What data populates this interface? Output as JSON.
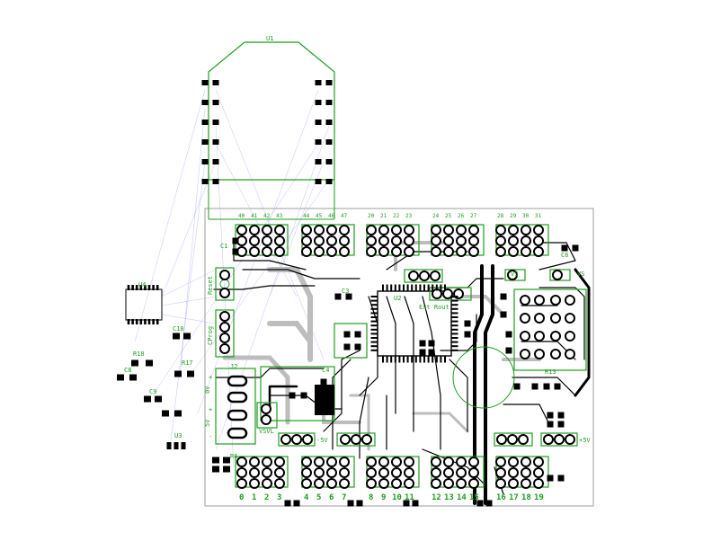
{
  "components": {
    "u1": "U1",
    "u4": "U4",
    "r18": "R18",
    "c8": "C8",
    "c9": "C9",
    "r17": "R17",
    "c10": "C10",
    "u3": "U3",
    "r6": "R6",
    "j2": "J2",
    "c4": "C4",
    "c3": "C3",
    "u2": "U2",
    "r13": "R13",
    "c1": "C1",
    "c6": "C6"
  },
  "labels": {
    "reset": "Reset",
    "cprog": "CProg",
    "vs_left": "VS",
    "vs_right": "VS",
    "plus5v": "+5V",
    "minus5v": "-5V",
    "vsvl": "VSVL",
    "ext_rout": "Ext Rout"
  },
  "j2_terminal": {
    "plus_top": "+",
    "gnd_top": "0V",
    "plus_bottom": "+",
    "gnd_bottom": "5V",
    "minus": "-"
  },
  "top_header_numbers": [
    "40",
    "41",
    "42",
    "43",
    "44",
    "45",
    "46",
    "47",
    "20",
    "21",
    "22",
    "23",
    "24",
    "25",
    "26",
    "27",
    "28",
    "29",
    "30",
    "31"
  ],
  "bottom_header_numbers": [
    "0",
    "1",
    "2",
    "3",
    "4",
    "5",
    "6",
    "7",
    "8",
    "9",
    "10",
    "11",
    "12",
    "13",
    "14",
    "15",
    "16",
    "17",
    "18",
    "19"
  ],
  "colors": {
    "silkscreen": "#1e9e1e",
    "copper_top": "#000000",
    "copper_bottom": "#bdbdbd",
    "ratsnest": "#8c8cff",
    "board_outline": "#9e9e9e"
  }
}
